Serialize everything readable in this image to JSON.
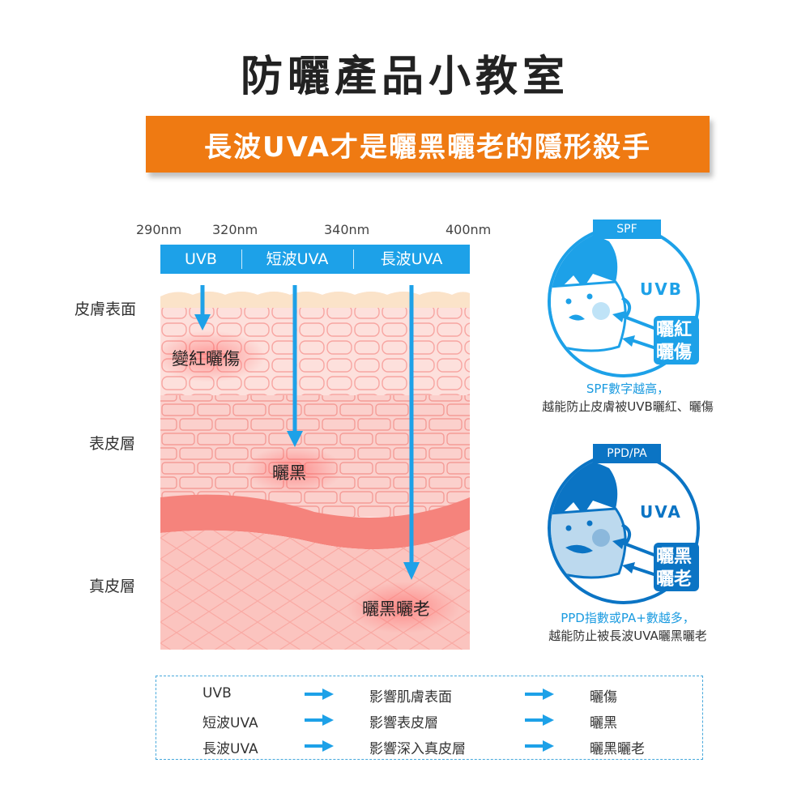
{
  "title": "防曬產品小教室",
  "subtitle": "長波UVA才是曬黑曬老的隱形殺手",
  "wavelengths": [
    "290nm",
    "320nm",
    "340nm",
    "400nm"
  ],
  "bands": [
    "UVB",
    "短波UVA",
    "長波UVA"
  ],
  "layers": [
    "皮膚表面",
    "表皮層",
    "真皮層"
  ],
  "effects": [
    "變紅曬傷",
    "曬黑",
    "曬黑曬老"
  ],
  "spf_card": {
    "tag": "SPF",
    "ray": "UVB",
    "effect_1": "曬紅",
    "effect_2": "曬傷",
    "caption_1": "SPF數字越高，",
    "caption_2": "越能防止皮膚被UVB曬紅、曬傷"
  },
  "pa_card": {
    "tag": "PPD/PA",
    "ray": "UVA",
    "effect_1": "曬黑",
    "effect_2": "曬老",
    "caption_1": "PPD指數或PA+數越多，",
    "caption_2": "越能防止被長波UVA曬黑曬老"
  },
  "legend": [
    {
      "ray": "UVB",
      "impact": "影響肌膚表面",
      "result": "曬傷"
    },
    {
      "ray": "短波UVA",
      "impact": "影響表皮層",
      "result": "曬黑"
    },
    {
      "ray": "長波UVA",
      "impact": "影響深入真皮層",
      "result": "曬黑曬老"
    }
  ],
  "colors": {
    "accent_blue": "#1da1e8",
    "dark_blue": "#0b74c4",
    "banner_orange": "#ef7a12",
    "skin_pink": "#f9b8b4",
    "dermis_red": "#f7938c"
  }
}
